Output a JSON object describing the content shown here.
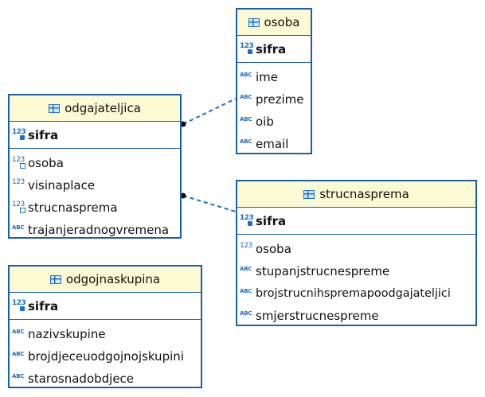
{
  "tables": {
    "osoba": {
      "name": "osoba",
      "pk": {
        "label": "sifra",
        "icon": "numeric-key-icon"
      },
      "columns": [
        {
          "label": "ime",
          "icon": "text-icon"
        },
        {
          "label": "prezime",
          "icon": "text-icon"
        },
        {
          "label": "oib",
          "icon": "text-icon"
        },
        {
          "label": "email",
          "icon": "text-icon"
        }
      ]
    },
    "odgajateljica": {
      "name": "odgajateljica",
      "pk": {
        "label": "sifra",
        "icon": "numeric-key-icon"
      },
      "columns": [
        {
          "label": "osoba",
          "icon": "numeric-fk-icon"
        },
        {
          "label": "visinaplace",
          "icon": "numeric-icon"
        },
        {
          "label": "strucnasprema",
          "icon": "numeric-fk-icon"
        },
        {
          "label": "trajanjeradnogvremena",
          "icon": "text-icon"
        }
      ]
    },
    "strucnasprema": {
      "name": "strucnasprema",
      "pk": {
        "label": "sifra",
        "icon": "numeric-key-icon"
      },
      "columns": [
        {
          "label": "osoba",
          "icon": "numeric-icon"
        },
        {
          "label": "stupanjstrucnespreme",
          "icon": "text-icon"
        },
        {
          "label": "brojstrucnihsprema­poodgajateljici",
          "icon": "text-icon"
        },
        {
          "label": "smjerstrucnespreme",
          "icon": "text-icon"
        }
      ]
    },
    "odgojnaskupina": {
      "name": "odgojnaskupina",
      "pk": {
        "label": "sifra",
        "icon": "numeric-key-icon"
      },
      "columns": [
        {
          "label": "nazivskupine",
          "icon": "text-icon"
        },
        {
          "label": "brojdjeceuodgojnojskupini",
          "icon": "text-icon"
        },
        {
          "label": "starosnadobdjece",
          "icon": "text-icon"
        }
      ]
    }
  },
  "icon_text": {
    "text": "ABC",
    "numeric": "123"
  },
  "colors": {
    "border": "#1d5fa8",
    "header": "#fcfad3",
    "icon": "#1a6fc7"
  }
}
